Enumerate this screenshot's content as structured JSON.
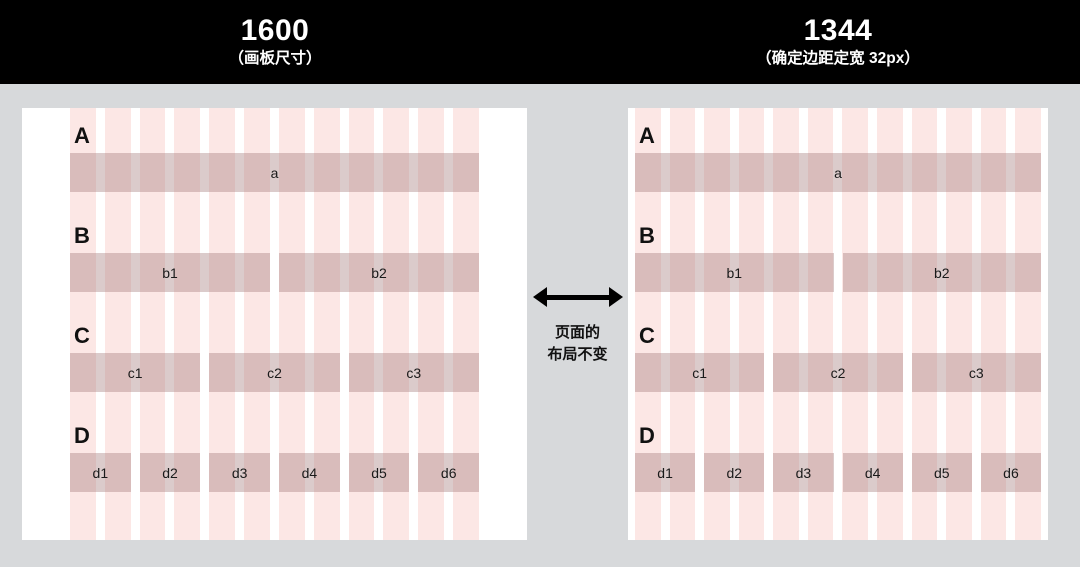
{
  "header": {
    "left": {
      "number": "1600",
      "subtitle": "（画板尺寸）"
    },
    "right": {
      "number": "1344",
      "subtitle": "（确定边距定宽 32px）"
    }
  },
  "middle": {
    "arrow_icon": "double-arrow-horizontal-icon",
    "caption_line1": "页面的",
    "caption_line2": "布局不变"
  },
  "colors": {
    "background": "#d7d9db",
    "header_bg": "#000000",
    "card_bg": "#ffffff",
    "grid_column": "#fce7e5",
    "grid_gutter": "#ffffff",
    "block": "rgba(166,124,124,0.40)",
    "text": "#111111"
  },
  "panels": [
    {
      "id": "panel-1600",
      "width_label": "1600",
      "columns": 12,
      "rows": [
        {
          "label": "A",
          "blocks": [
            {
              "name": "a",
              "span": 12
            }
          ]
        },
        {
          "label": "B",
          "blocks": [
            {
              "name": "b1",
              "span": 6
            },
            {
              "name": "b2",
              "span": 6
            }
          ]
        },
        {
          "label": "C",
          "blocks": [
            {
              "name": "c1",
              "span": 4
            },
            {
              "name": "c2",
              "span": 4
            },
            {
              "name": "c3",
              "span": 4
            }
          ]
        },
        {
          "label": "D",
          "blocks": [
            {
              "name": "d1",
              "span": 2
            },
            {
              "name": "d2",
              "span": 2
            },
            {
              "name": "d3",
              "span": 2
            },
            {
              "name": "d4",
              "span": 2
            },
            {
              "name": "d5",
              "span": 2
            },
            {
              "name": "d6",
              "span": 2
            }
          ]
        }
      ]
    },
    {
      "id": "panel-1344",
      "width_label": "1344",
      "columns": 12,
      "rows": [
        {
          "label": "A",
          "blocks": [
            {
              "name": "a",
              "span": 12
            }
          ]
        },
        {
          "label": "B",
          "blocks": [
            {
              "name": "b1",
              "span": 6
            },
            {
              "name": "b2",
              "span": 6
            }
          ]
        },
        {
          "label": "C",
          "blocks": [
            {
              "name": "c1",
              "span": 4
            },
            {
              "name": "c2",
              "span": 4
            },
            {
              "name": "c3",
              "span": 4
            }
          ]
        },
        {
          "label": "D",
          "blocks": [
            {
              "name": "d1",
              "span": 2
            },
            {
              "name": "d2",
              "span": 2
            },
            {
              "name": "d3",
              "span": 2
            },
            {
              "name": "d4",
              "span": 2
            },
            {
              "name": "d5",
              "span": 2
            },
            {
              "name": "d6",
              "span": 2
            }
          ]
        }
      ]
    }
  ]
}
